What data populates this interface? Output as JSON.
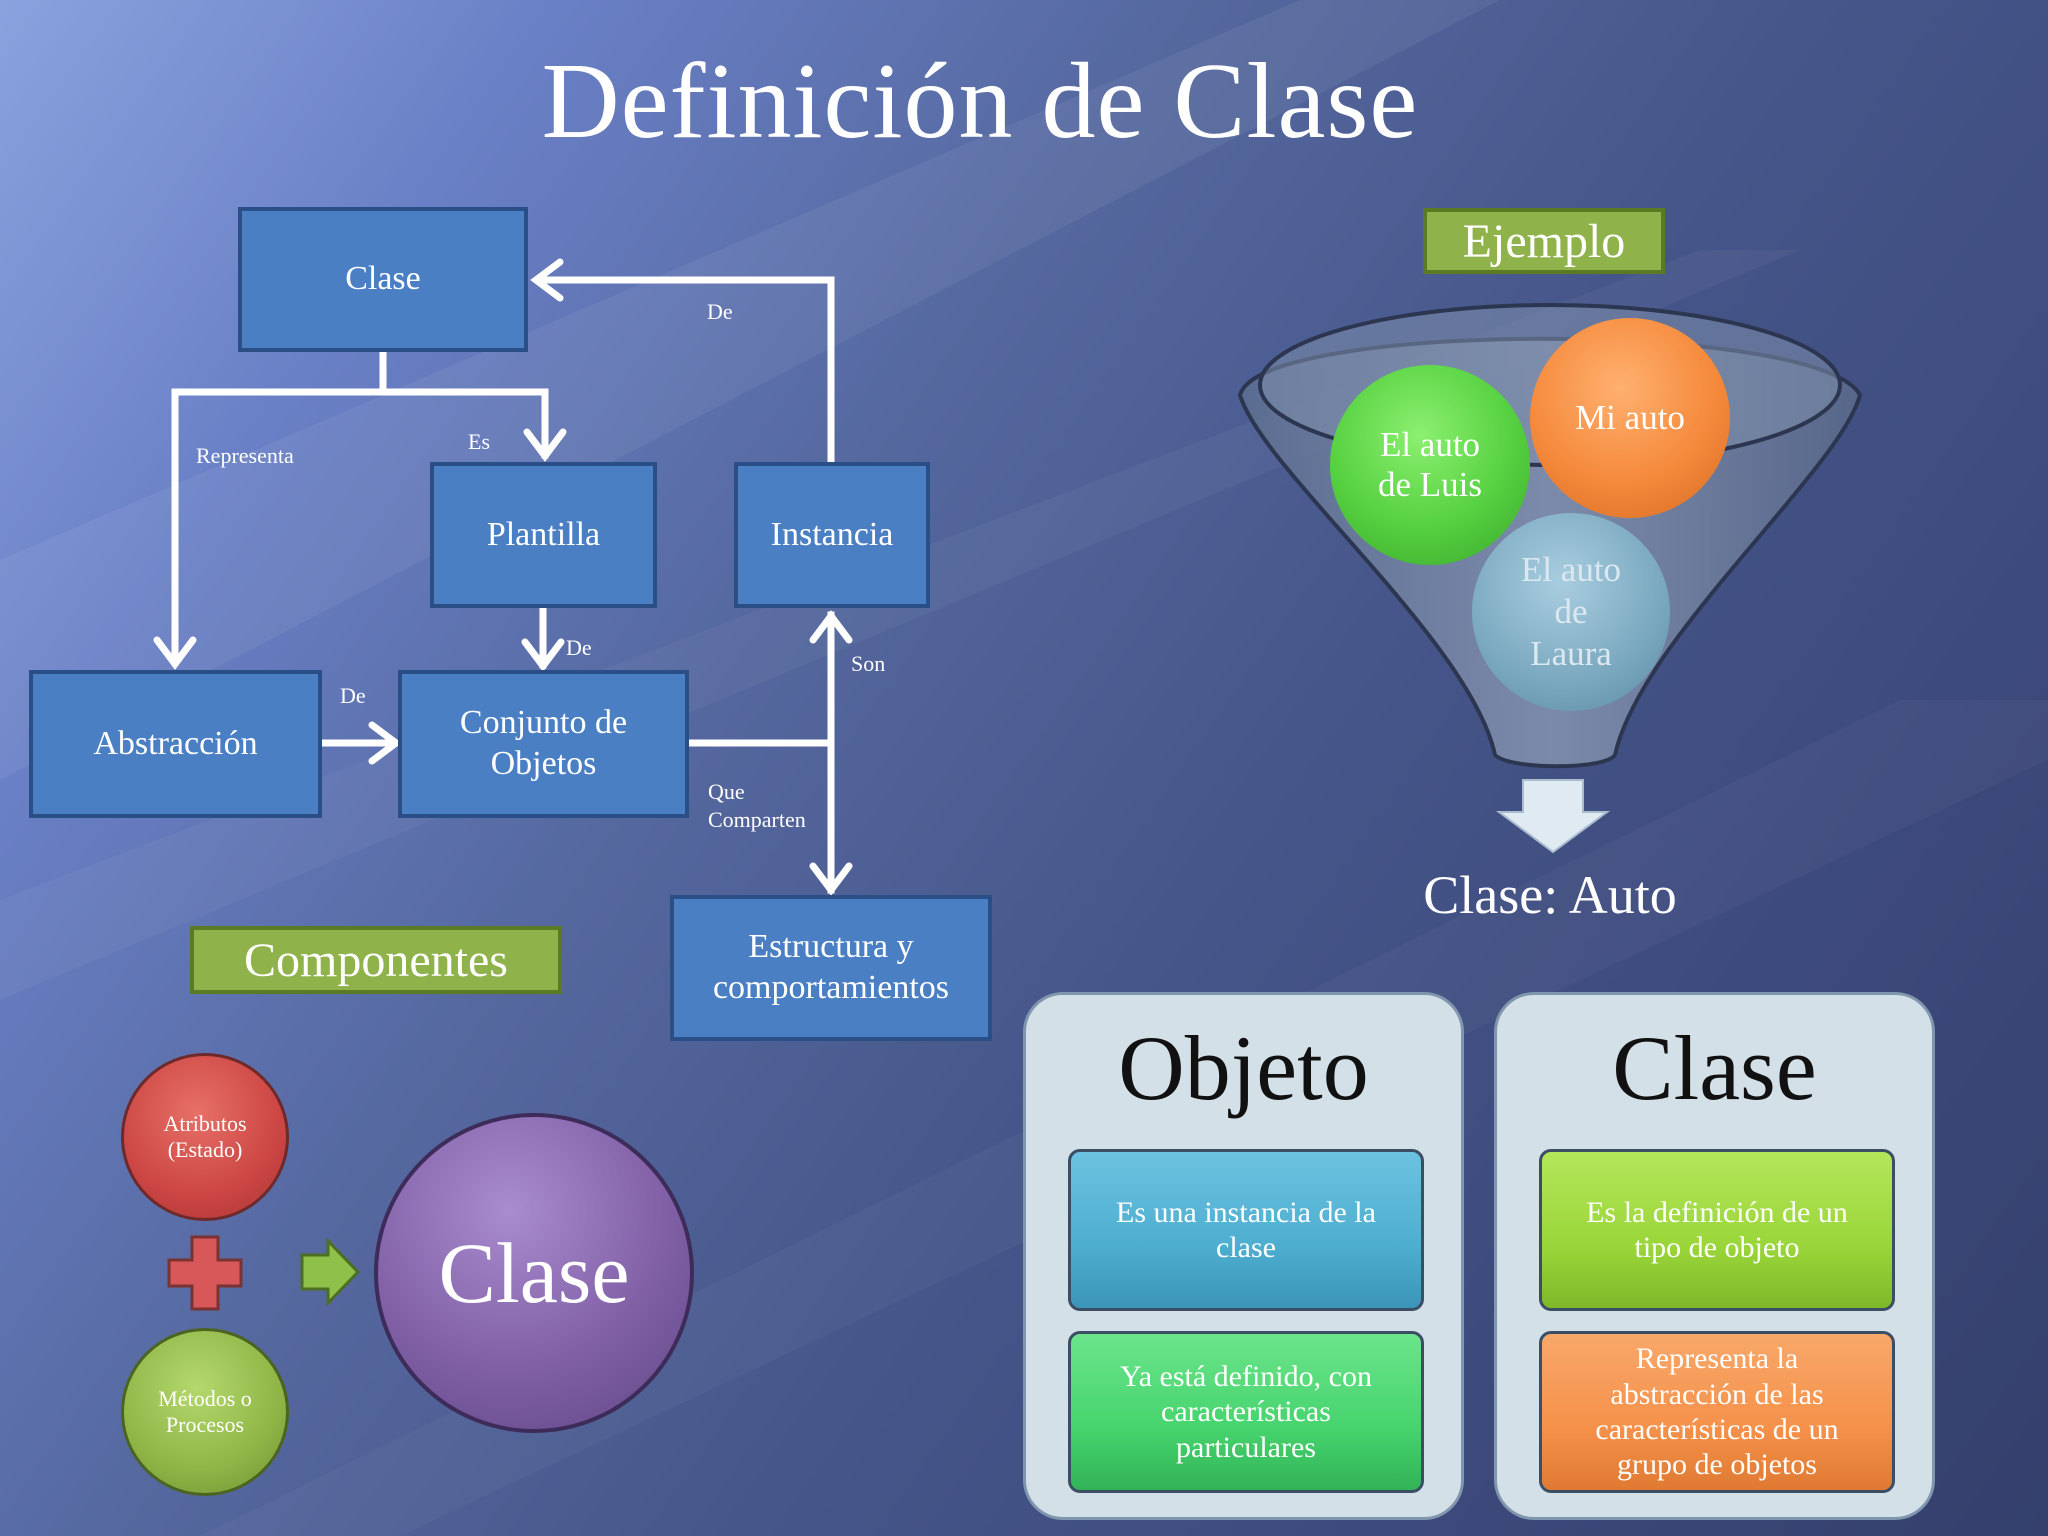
{
  "title": "Definición de Clase",
  "flow": {
    "clase": "Clase",
    "plantilla": "Plantilla",
    "instancia": "Instancia",
    "abstraccion": "Abstracción",
    "conjunto": "Conjunto de Objetos",
    "estructura": "Estructura y comportamientos",
    "labels": {
      "de_top": "De",
      "representa": "Representa",
      "es": "Es",
      "de_mid": "De",
      "de_left": "De",
      "son": "Son",
      "que_comparten": "Que Comparten"
    }
  },
  "ejemplo": {
    "tag": "Ejemplo",
    "luis": "El auto de Luis",
    "mi": "Mi auto",
    "laura": "El auto de Laura",
    "result": "Clase: Auto"
  },
  "componentes": {
    "tag": "Componentes",
    "atributos": "Atributos (Estado)",
    "metodos": "Métodos o Procesos",
    "clase": "Clase"
  },
  "objeto_panel": {
    "title": "Objeto",
    "card1": "Es una instancia de la clase",
    "card2": "Ya está definido, con características particulares"
  },
  "clase_panel": {
    "title": "Clase",
    "card1": "Es la definición de un tipo de objeto",
    "card2": "Representa la abstracción de las características de un grupo de objetos"
  },
  "colors": {
    "box": "#4a7fc4",
    "tag_green": "#8fb24a",
    "circle_green": "#55d040",
    "circle_orange": "#f58a3c",
    "circle_lightblue": "#7aa8bf",
    "circle_red": "#cc4644",
    "circle_olive": "#8fb547",
    "circle_purple": "#8160a6",
    "card_blue": "#4eaed0",
    "card_green": "#46d46e",
    "card_lime": "#9ad63a",
    "card_orange": "#f5914a"
  }
}
